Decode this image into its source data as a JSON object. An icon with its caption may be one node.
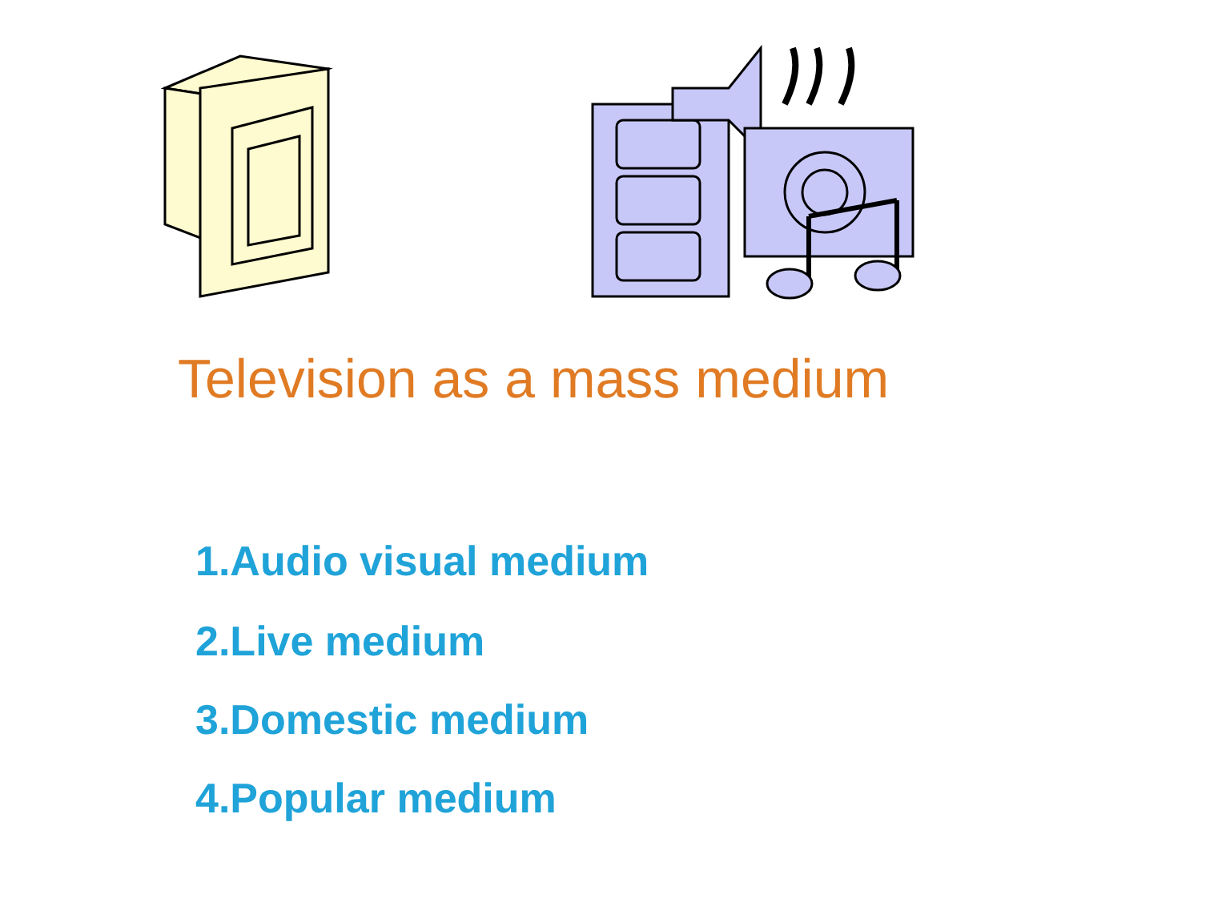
{
  "diagram": {
    "title": "Television as a mass medium",
    "labels": [
      "1.Audio visual medium",
      "2.Live medium",
      "3.Domestic medium",
      "4.Popular medium"
    ]
  }
}
